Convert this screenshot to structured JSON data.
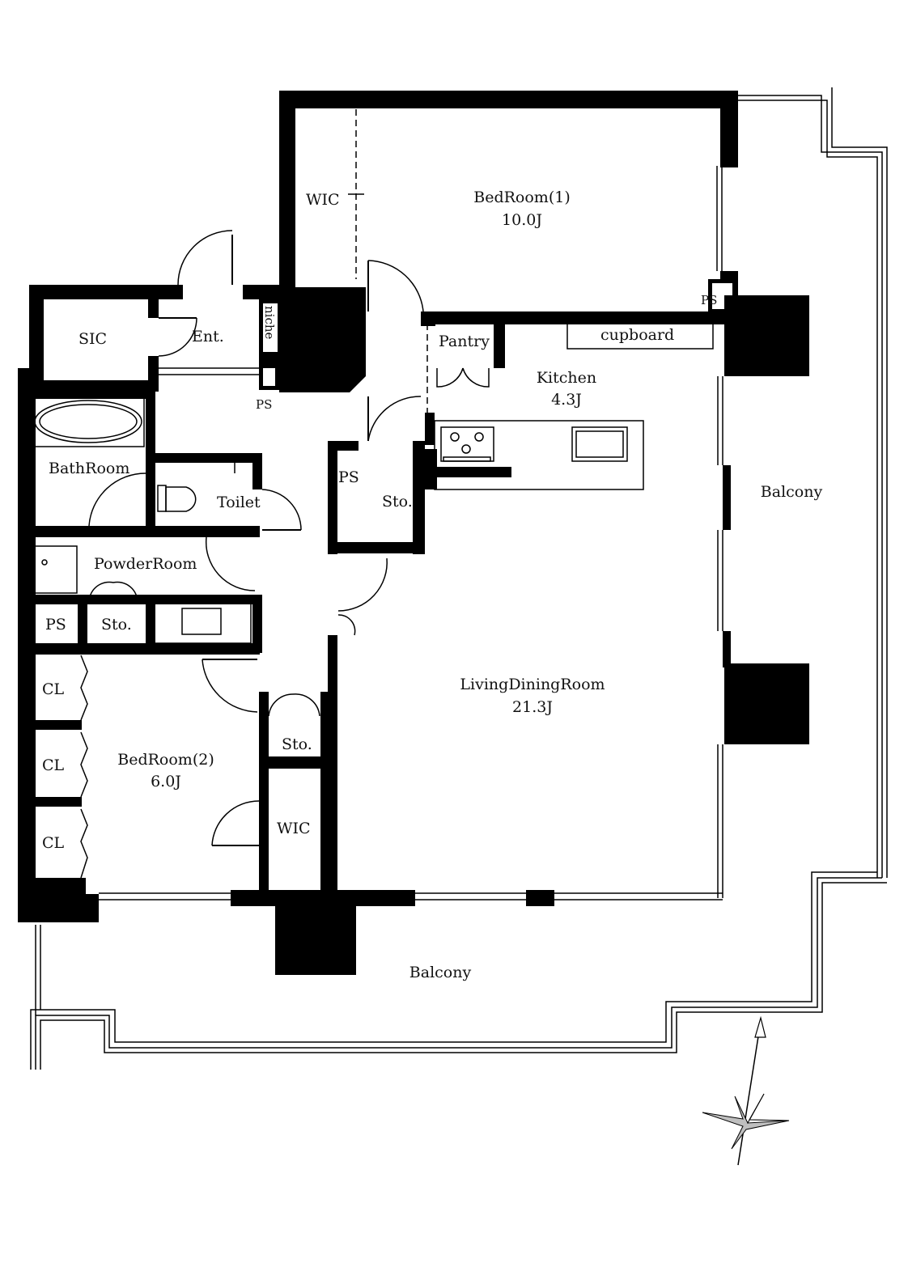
{
  "rooms": {
    "wic_top": "WIC",
    "bedroom1": "BedRoom(1)",
    "bedroom1_size": "10.0J",
    "sic": "SIC",
    "entrance": "Ent.",
    "niche": "niche",
    "ps_entrance": "PS",
    "ps_bedroom1": "PS",
    "pantry": "Pantry",
    "cupboard": "cupboard",
    "kitchen": "Kitchen",
    "kitchen_size": "4.3J",
    "bathroom": "BathRoom",
    "toilet": "Toilet",
    "ps_hall": "PS",
    "sto_hall": "Sto.",
    "powder_room": "PowderRoom",
    "ps_powder": "PS",
    "sto_powder": "Sto.",
    "cl_1": "CL",
    "cl_2": "CL",
    "cl_3": "CL",
    "bedroom2": "BedRoom(2)",
    "bedroom2_size": "6.0J",
    "sto_bedroom2": "Sto.",
    "wic_bedroom2": "WIC",
    "living_dining": "LivingDiningRoom",
    "living_dining_size": "21.3J",
    "balcony_east": "Balcony",
    "balcony_south": "Balcony"
  },
  "icons": {
    "compass": "north-arrow-compass-icon"
  },
  "colors": {
    "wall": "#000000",
    "line": "#000000",
    "background": "#ffffff",
    "compass_fill": "#bfbfbf"
  }
}
